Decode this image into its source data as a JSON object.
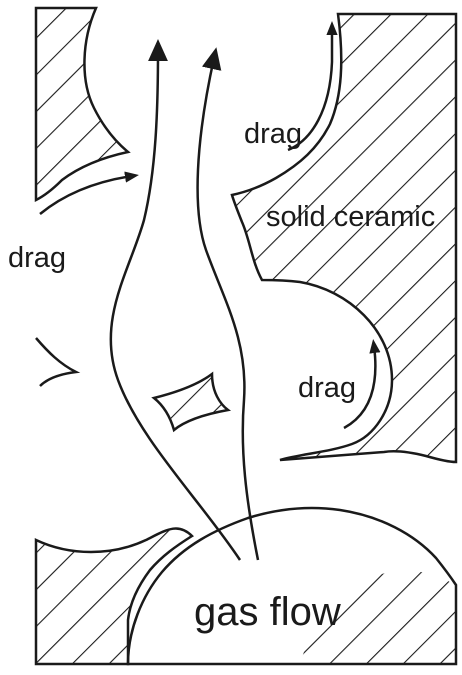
{
  "labels": {
    "drag_top": "drag",
    "drag_left": "drag",
    "solid_ceramic": "solid ceramic",
    "drag_right": "drag",
    "gas_flow": "gas flow"
  },
  "colors": {
    "ink": "#1a1a1a",
    "background": "#ffffff"
  }
}
